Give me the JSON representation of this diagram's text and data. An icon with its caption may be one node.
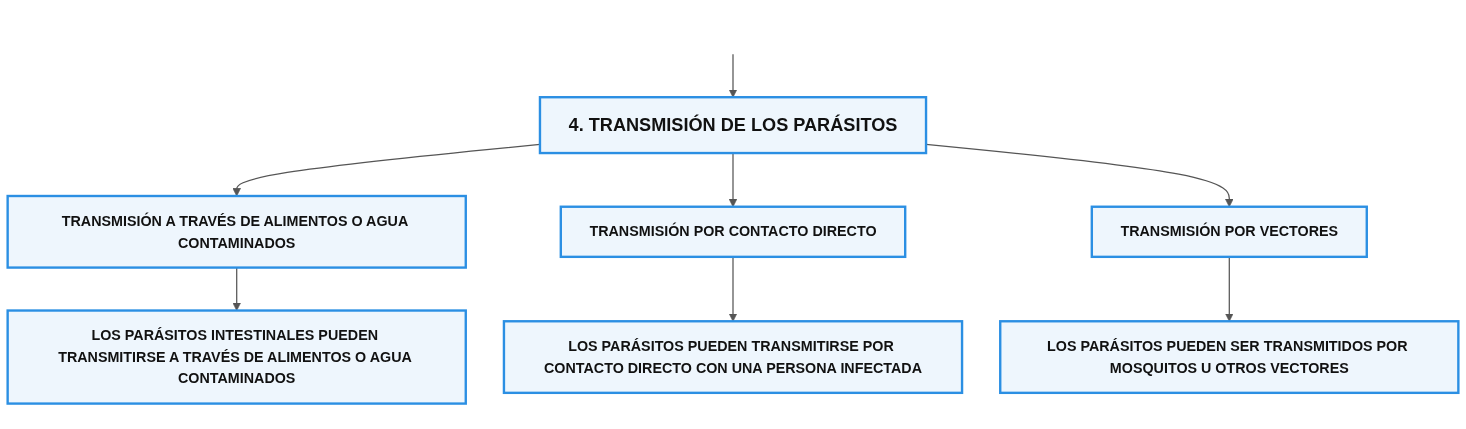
{
  "diagram": {
    "nodes": [
      {
        "text": [
          "4. TRANSMISIÓN DE LOS PARÁSITOS"
        ]
      },
      {
        "text": [
          "TRANSMISIÓN A TRAVÉS DE ALIMENTOS O AGUA CONTAMINADOS"
        ]
      },
      {
        "text": [
          "TRANSMISIÓN POR CONTACTO DIRECTO"
        ]
      },
      {
        "text": [
          "TRANSMISIÓN POR VECTORES"
        ]
      },
      {
        "text": [
          "LOS PARÁSITOS INTESTINALES PUEDEN TRANSMITIRSE A TRAVÉS DE ALIMENTOS O AGUA CONTAMINADOS"
        ]
      },
      {
        "text": [
          "LOS PARÁSITOS PUEDEN TRANSMITIRSE POR CONTACTO DIRECTO CON UNA PERSONA INFECTADA"
        ]
      },
      {
        "text": [
          "LOS PARÁSITOS PUEDEN SER TRANSMITIDOS POR MOSQUITOS U OTROS VECTORES"
        ]
      }
    ],
    "edges": [
      {
        "from": null,
        "to": 0,
        "arrow": "to"
      },
      {
        "from": 0,
        "to": 1,
        "arrow": "to"
      },
      {
        "from": 0,
        "to": 2,
        "arrow": "to"
      },
      {
        "from": 0,
        "to": 3,
        "arrow": "to"
      },
      {
        "from": 1,
        "to": 4,
        "arrow": "to"
      },
      {
        "from": 2,
        "to": 5,
        "arrow": "to"
      },
      {
        "from": 3,
        "to": 6,
        "arrow": "to"
      }
    ]
  }
}
